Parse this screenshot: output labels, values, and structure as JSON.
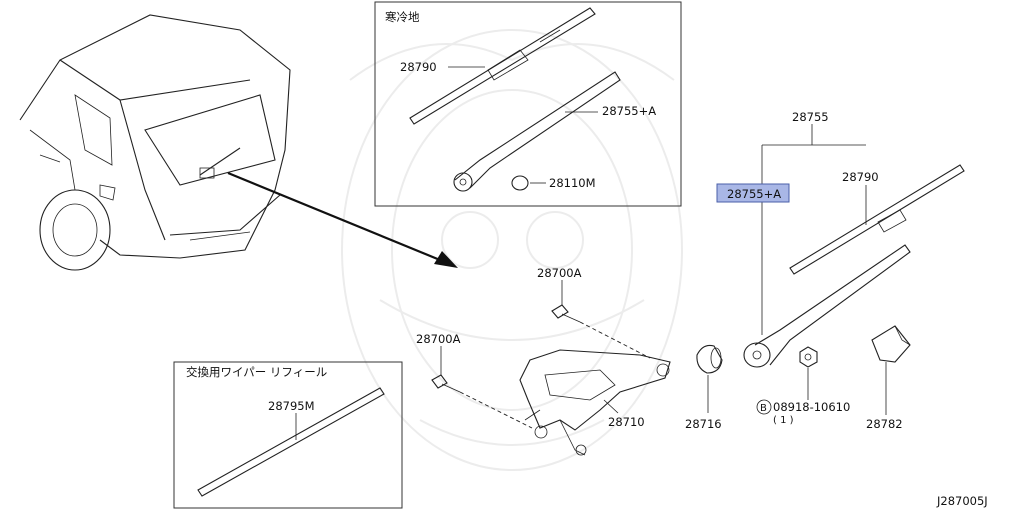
{
  "diagram": {
    "kanreichi_label": "寒冷地",
    "refill_label": "交換用ワイパー リフィール",
    "diagram_id": "J287005J",
    "parts": {
      "p28790_top": "28790",
      "p28755A_top": "28755+A",
      "p28110M": "28110M",
      "p28755": "28755",
      "p28790_right": "28790",
      "p28755A_highlight": "28755+A",
      "p28700A_top": "28700A",
      "p28700A_left": "28700A",
      "p28716": "28716",
      "p28710": "28710",
      "p28795M": "28795M",
      "p28782": "28782",
      "nut_number": "08918-10610",
      "nut_circle": "B",
      "nut_qty": "( 1 )"
    },
    "highlight_color": "#a9b7e6"
  }
}
